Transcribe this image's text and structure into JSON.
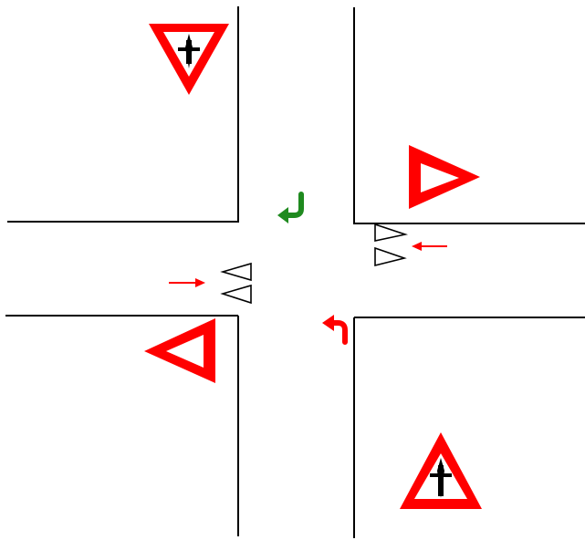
{
  "scene": {
    "type": "road-intersection-diagram",
    "colors": {
      "background": "#ffffff",
      "road_edge": "#000000",
      "sign_red": "#ff0000",
      "sign_white": "#ffffff",
      "cross_black": "#000000",
      "green_arrow": "#1f8a1f",
      "red_arrow": "#ff0000",
      "car_outline": "#000000"
    },
    "signs": [
      {
        "id": "yield-sign-with-crossroad",
        "icon": "inverted-triangle-with-cross",
        "corner": "top-left"
      },
      {
        "id": "priority-triangle-pointing-right",
        "icon": "triangle-right",
        "corner": "top-right"
      },
      {
        "id": "priority-triangle-pointing-left",
        "icon": "triangle-left",
        "corner": "bottom-left"
      },
      {
        "id": "crossroad-warning-sign",
        "icon": "triangle-with-cross",
        "corner": "bottom-right"
      }
    ],
    "vehicles": [
      {
        "id": "vehicle-left",
        "icon": "double-chevron-pointing-left",
        "approach": "west"
      },
      {
        "id": "vehicle-right",
        "icon": "double-chevron-pointing-right",
        "approach": "east"
      }
    ],
    "indicators": [
      {
        "id": "red-direction-arrow-right",
        "icon": "arrow-right"
      },
      {
        "id": "red-direction-arrow-left",
        "icon": "arrow-left"
      },
      {
        "id": "green-turn-arrow",
        "icon": "curved-arrow-turn-left"
      },
      {
        "id": "red-turn-arrow",
        "icon": "curved-arrow-turn-right"
      }
    ]
  }
}
